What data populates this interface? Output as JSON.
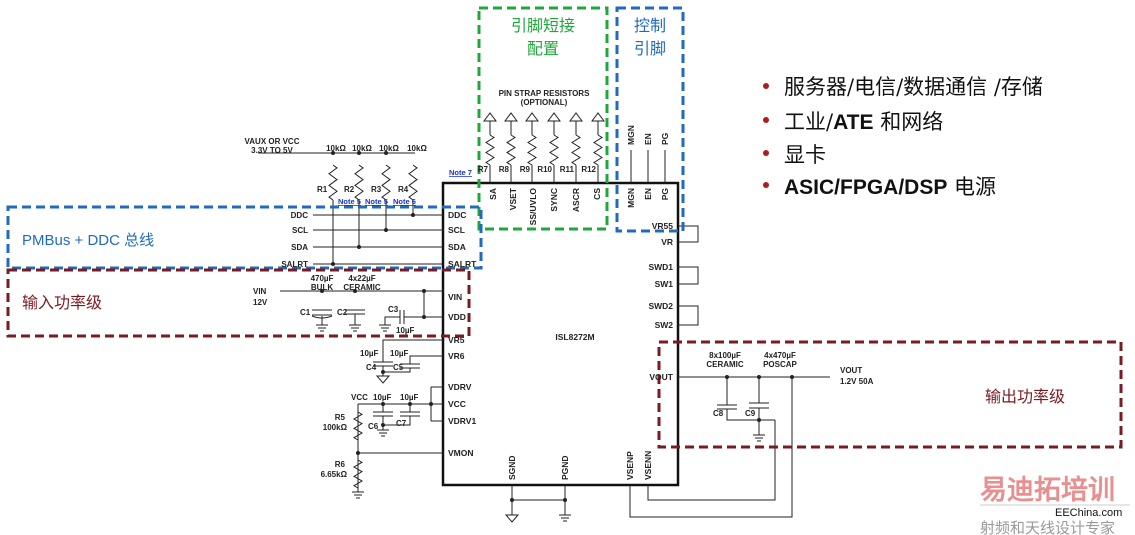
{
  "regions": {
    "pin_strap_title": [
      "引脚短接",
      "配置"
    ],
    "control_title": [
      "控制",
      "引脚"
    ],
    "pmbus_label": "PMBus + DDC 总线",
    "input_label": "输入功率级",
    "output_label": "输出功率级",
    "colors": {
      "green": "#1fa83a",
      "blue": "#1f6bbf",
      "red": "#7a1a22"
    }
  },
  "bullets": [
    {
      "text": "服务器/电信/数据通信 /存储"
    },
    {
      "prefix": "工业/",
      "bold": "ATE",
      "suffix": " 和网络"
    },
    {
      "text": "显卡"
    },
    {
      "bold": "ASIC/FPGA/DSP",
      "suffix": " 电源"
    }
  ],
  "bullet_color": "#b01c1c",
  "ic": {
    "name": "ISL8272M",
    "left_pins": [
      "DDC",
      "SCL",
      "SDA",
      "SALRT",
      "VIN",
      "VDD",
      "VR5",
      "VR6",
      "VDRV",
      "VCC",
      "VDRV1",
      "VMON"
    ],
    "top_pins": [
      "SA",
      "VSET",
      "SS/UVLO",
      "SYNC",
      "ASCR",
      "CS",
      "MGN",
      "EN",
      "PG"
    ],
    "right_pins": [
      "VR55",
      "VR",
      "SWD1",
      "SW1",
      "SWD2",
      "SW2",
      "VOUT"
    ],
    "bottom_pins": [
      "SGND",
      "PGND",
      "VSENP",
      "VSENN"
    ]
  },
  "pmbus": {
    "supply": [
      "VAUX OR VCC",
      "3.3V TO 5V"
    ],
    "pullup_values": [
      "10kΩ",
      "10kΩ",
      "10kΩ",
      "10kΩ"
    ],
    "resistors": [
      "R1",
      "R2",
      "R3",
      "R4"
    ],
    "notes": [
      "Note 5",
      "Note 5",
      "Note 6",
      "Note 7"
    ],
    "signals": [
      "DDC",
      "SCL",
      "SDA",
      "SALRT"
    ]
  },
  "pin_strap": {
    "title": [
      "PIN STRAP RESISTORS",
      "(OPTIONAL)"
    ],
    "resistors": [
      "R7",
      "R8",
      "R9",
      "R10",
      "R11",
      "R12"
    ],
    "control_signals": [
      "MGN",
      "EN",
      "PG"
    ]
  },
  "input": {
    "vin": [
      "VIN",
      "12V"
    ],
    "bulk": [
      "470µF",
      "BULK"
    ],
    "ceramic": [
      "4x22µF",
      "CERAMIC"
    ],
    "caps": [
      "C1",
      "C2",
      "C3"
    ],
    "c3_value": "10µF"
  },
  "bias": {
    "c4_value": "10µF",
    "c5_value": "10µF",
    "c6_value": "10µF",
    "c7_value": "10µF",
    "caps": [
      "C4",
      "C5",
      "C6",
      "C7"
    ],
    "vcc": "VCC",
    "r5": [
      "R5",
      "100kΩ"
    ],
    "r6": [
      "R6",
      "6.65kΩ"
    ]
  },
  "output": {
    "ceramic": [
      "8x100µF",
      "CERAMIC"
    ],
    "poscap": [
      "4x470µF",
      "POSCAP"
    ],
    "vout": [
      "VOUT",
      "1.2V 50A"
    ],
    "caps": [
      "C8",
      "C9"
    ]
  },
  "watermark": [
    "易迪拓培训",
    "射频和天线设计专家",
    "EEChina.com"
  ]
}
